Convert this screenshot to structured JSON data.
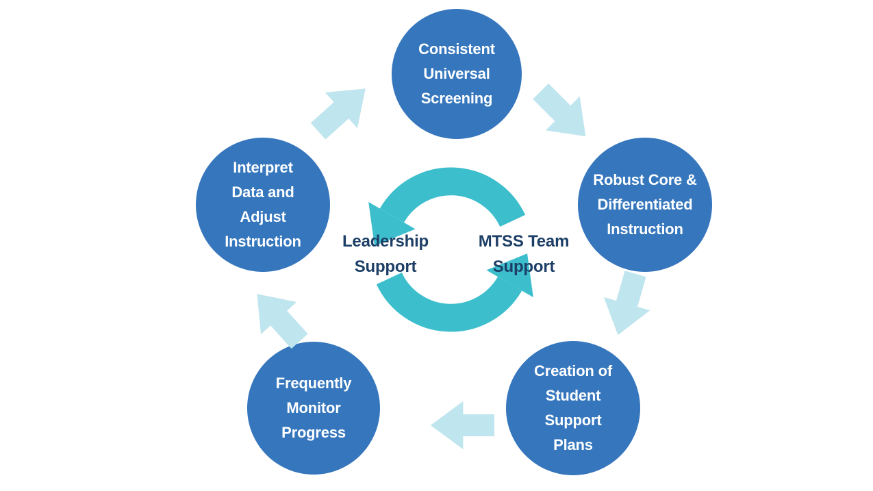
{
  "colors": {
    "node_fill": "#3576bd",
    "node_text": "#ffffff",
    "flow_arrow": "#bfe5ee",
    "cycle_arrow": "#3cbecd",
    "center_text": "#1d3f66",
    "background": "#ffffff"
  },
  "cycle": {
    "nodes": [
      {
        "id": "consistent-universal-screening",
        "label": "Consistent\nUniversal\nScreening"
      },
      {
        "id": "robust-core-differentiated-instruction",
        "label": "Robust Core &\nDifferentiated\nInstruction"
      },
      {
        "id": "creation-of-student-support-plans",
        "label": "Creation of\nStudent\nSupport\nPlans"
      },
      {
        "id": "frequently-monitor-progress",
        "label": "Frequently\nMonitor\nProgress"
      },
      {
        "id": "interpret-data-adjust-instruction",
        "label": "Interpret\nData and\nAdjust\nInstruction"
      }
    ],
    "center": {
      "left_label": "Leadership\nSupport",
      "right_label": "MTSS Team\nSupport"
    },
    "flow_arrows": [
      {
        "id": "arrow-left-to-top",
        "direction": "up-right"
      },
      {
        "id": "arrow-top-to-right",
        "direction": "down-right"
      },
      {
        "id": "arrow-right-to-bottom-right",
        "direction": "down"
      },
      {
        "id": "arrow-bottom-right-to-bottom-left",
        "direction": "left"
      },
      {
        "id": "arrow-bottom-left-to-left",
        "direction": "up-left"
      }
    ]
  }
}
